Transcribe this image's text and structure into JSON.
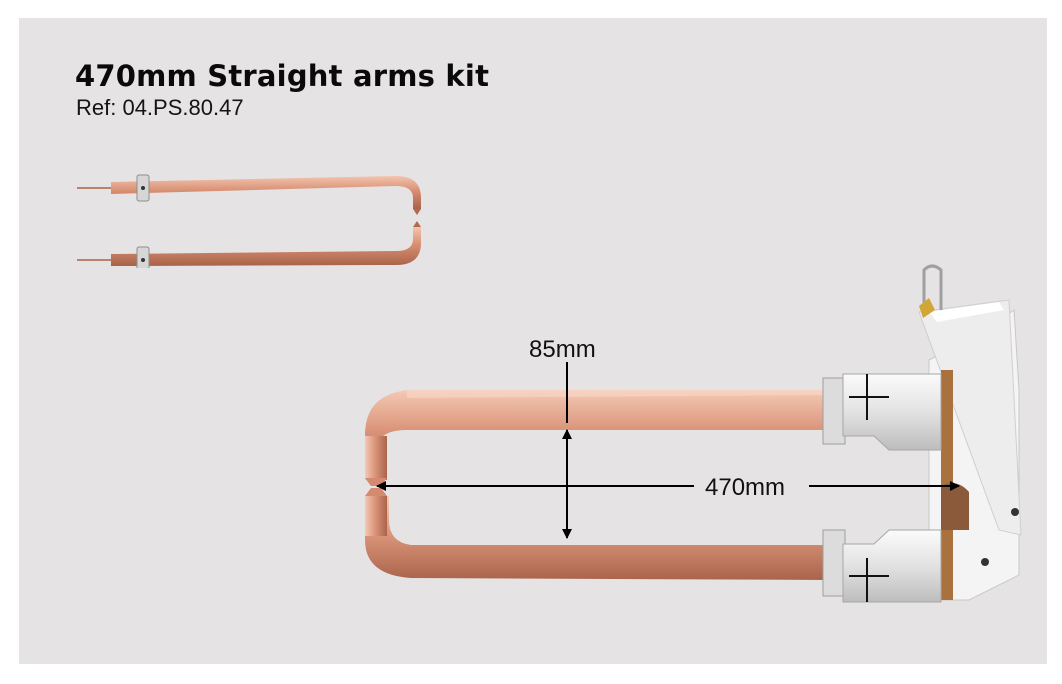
{
  "product": {
    "title": "470mm Straight arms kit",
    "reference": "Ref: 04.PS.80.47"
  },
  "dimensions": {
    "gap": "85mm",
    "length": "470mm"
  },
  "colors": {
    "background": "#e6e3e4",
    "copper": "#d58f74",
    "steel": "#d9d9d9",
    "text": "#0a0a0a"
  }
}
